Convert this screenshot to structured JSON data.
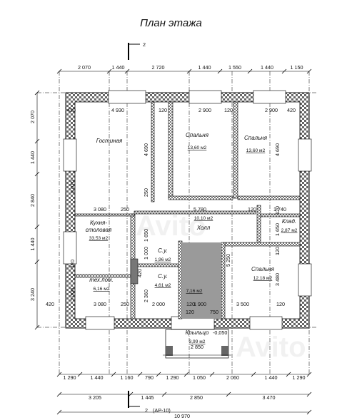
{
  "title": "План этажа",
  "section_mark": "2",
  "section_mark_bottom": "2",
  "sheet_ref": "(АР-10)",
  "dims_top": [
    "2 070",
    "1 440",
    "2 720",
    "1 440",
    "1 550",
    "1 440",
    "1 150"
  ],
  "dims_bottom_row1": [
    "1 290",
    "1 440",
    "1 160",
    "790",
    "1 290",
    "1 050",
    "2 060",
    "1 440",
    "1 290"
  ],
  "dims_bottom_row2": [
    "3 205",
    "1 445",
    "2 850",
    "3 470"
  ],
  "dim_total": "10 970",
  "dims_left": [
    "2 070",
    "1 440",
    "2 840",
    "1 440",
    "3 240"
  ],
  "dims_inner": {
    "top_row": [
      "420",
      "4 930",
      "120",
      "2 900",
      "120",
      "2 900",
      "420"
    ],
    "mid_row": [
      "3 080",
      "250",
      "5 780",
      "120",
      "1 740"
    ],
    "bottom_row": [
      "420",
      "3 080",
      "250",
      "2 000",
      "1 900",
      "120",
      "3 500",
      "120"
    ],
    "vertical_1": "4 690",
    "vertical_2": "4 690",
    "vertical_3": "8 070",
    "vertical_4": "250",
    "vertical_5": "1 650",
    "vertical_6": "1 650",
    "vertical_7": "5 250",
    "vertical_8": "3 480",
    "vertical_9": "120",
    "vertical_10": "120",
    "vertical_11": "1 000",
    "vertical_12": "2 360",
    "vertical_13": "2 000",
    "vertical_14": "120",
    "vertical_15": "420",
    "porch_w": "2 850",
    "porch_120": "120",
    "porch_750": "750"
  },
  "rooms": [
    {
      "name": "Гостиная",
      "area": ""
    },
    {
      "name": "Спальня",
      "area": "13,60 м2"
    },
    {
      "name": "Спальня",
      "area": "13,60 м2"
    },
    {
      "name": "Кухня-",
      "name2": "столовая",
      "area": "33,53 м2"
    },
    {
      "name": "Холл",
      "area": "10,10 м2"
    },
    {
      "name": "Клад.",
      "area": "2,87 м2"
    },
    {
      "name": "С.у.",
      "area": "1,96 м2"
    },
    {
      "name": "С.у.",
      "area": "4,61 м2"
    },
    {
      "name": "",
      "area": "7,16 м2"
    },
    {
      "name": "тех.пом.",
      "area": "6,16 м2"
    },
    {
      "name": "Спальня",
      "area": "12,18 м2"
    },
    {
      "name": "Крыльцо",
      "area": "3,99 м2"
    }
  ],
  "level_mark": "-0,050",
  "watermark": "Avito"
}
